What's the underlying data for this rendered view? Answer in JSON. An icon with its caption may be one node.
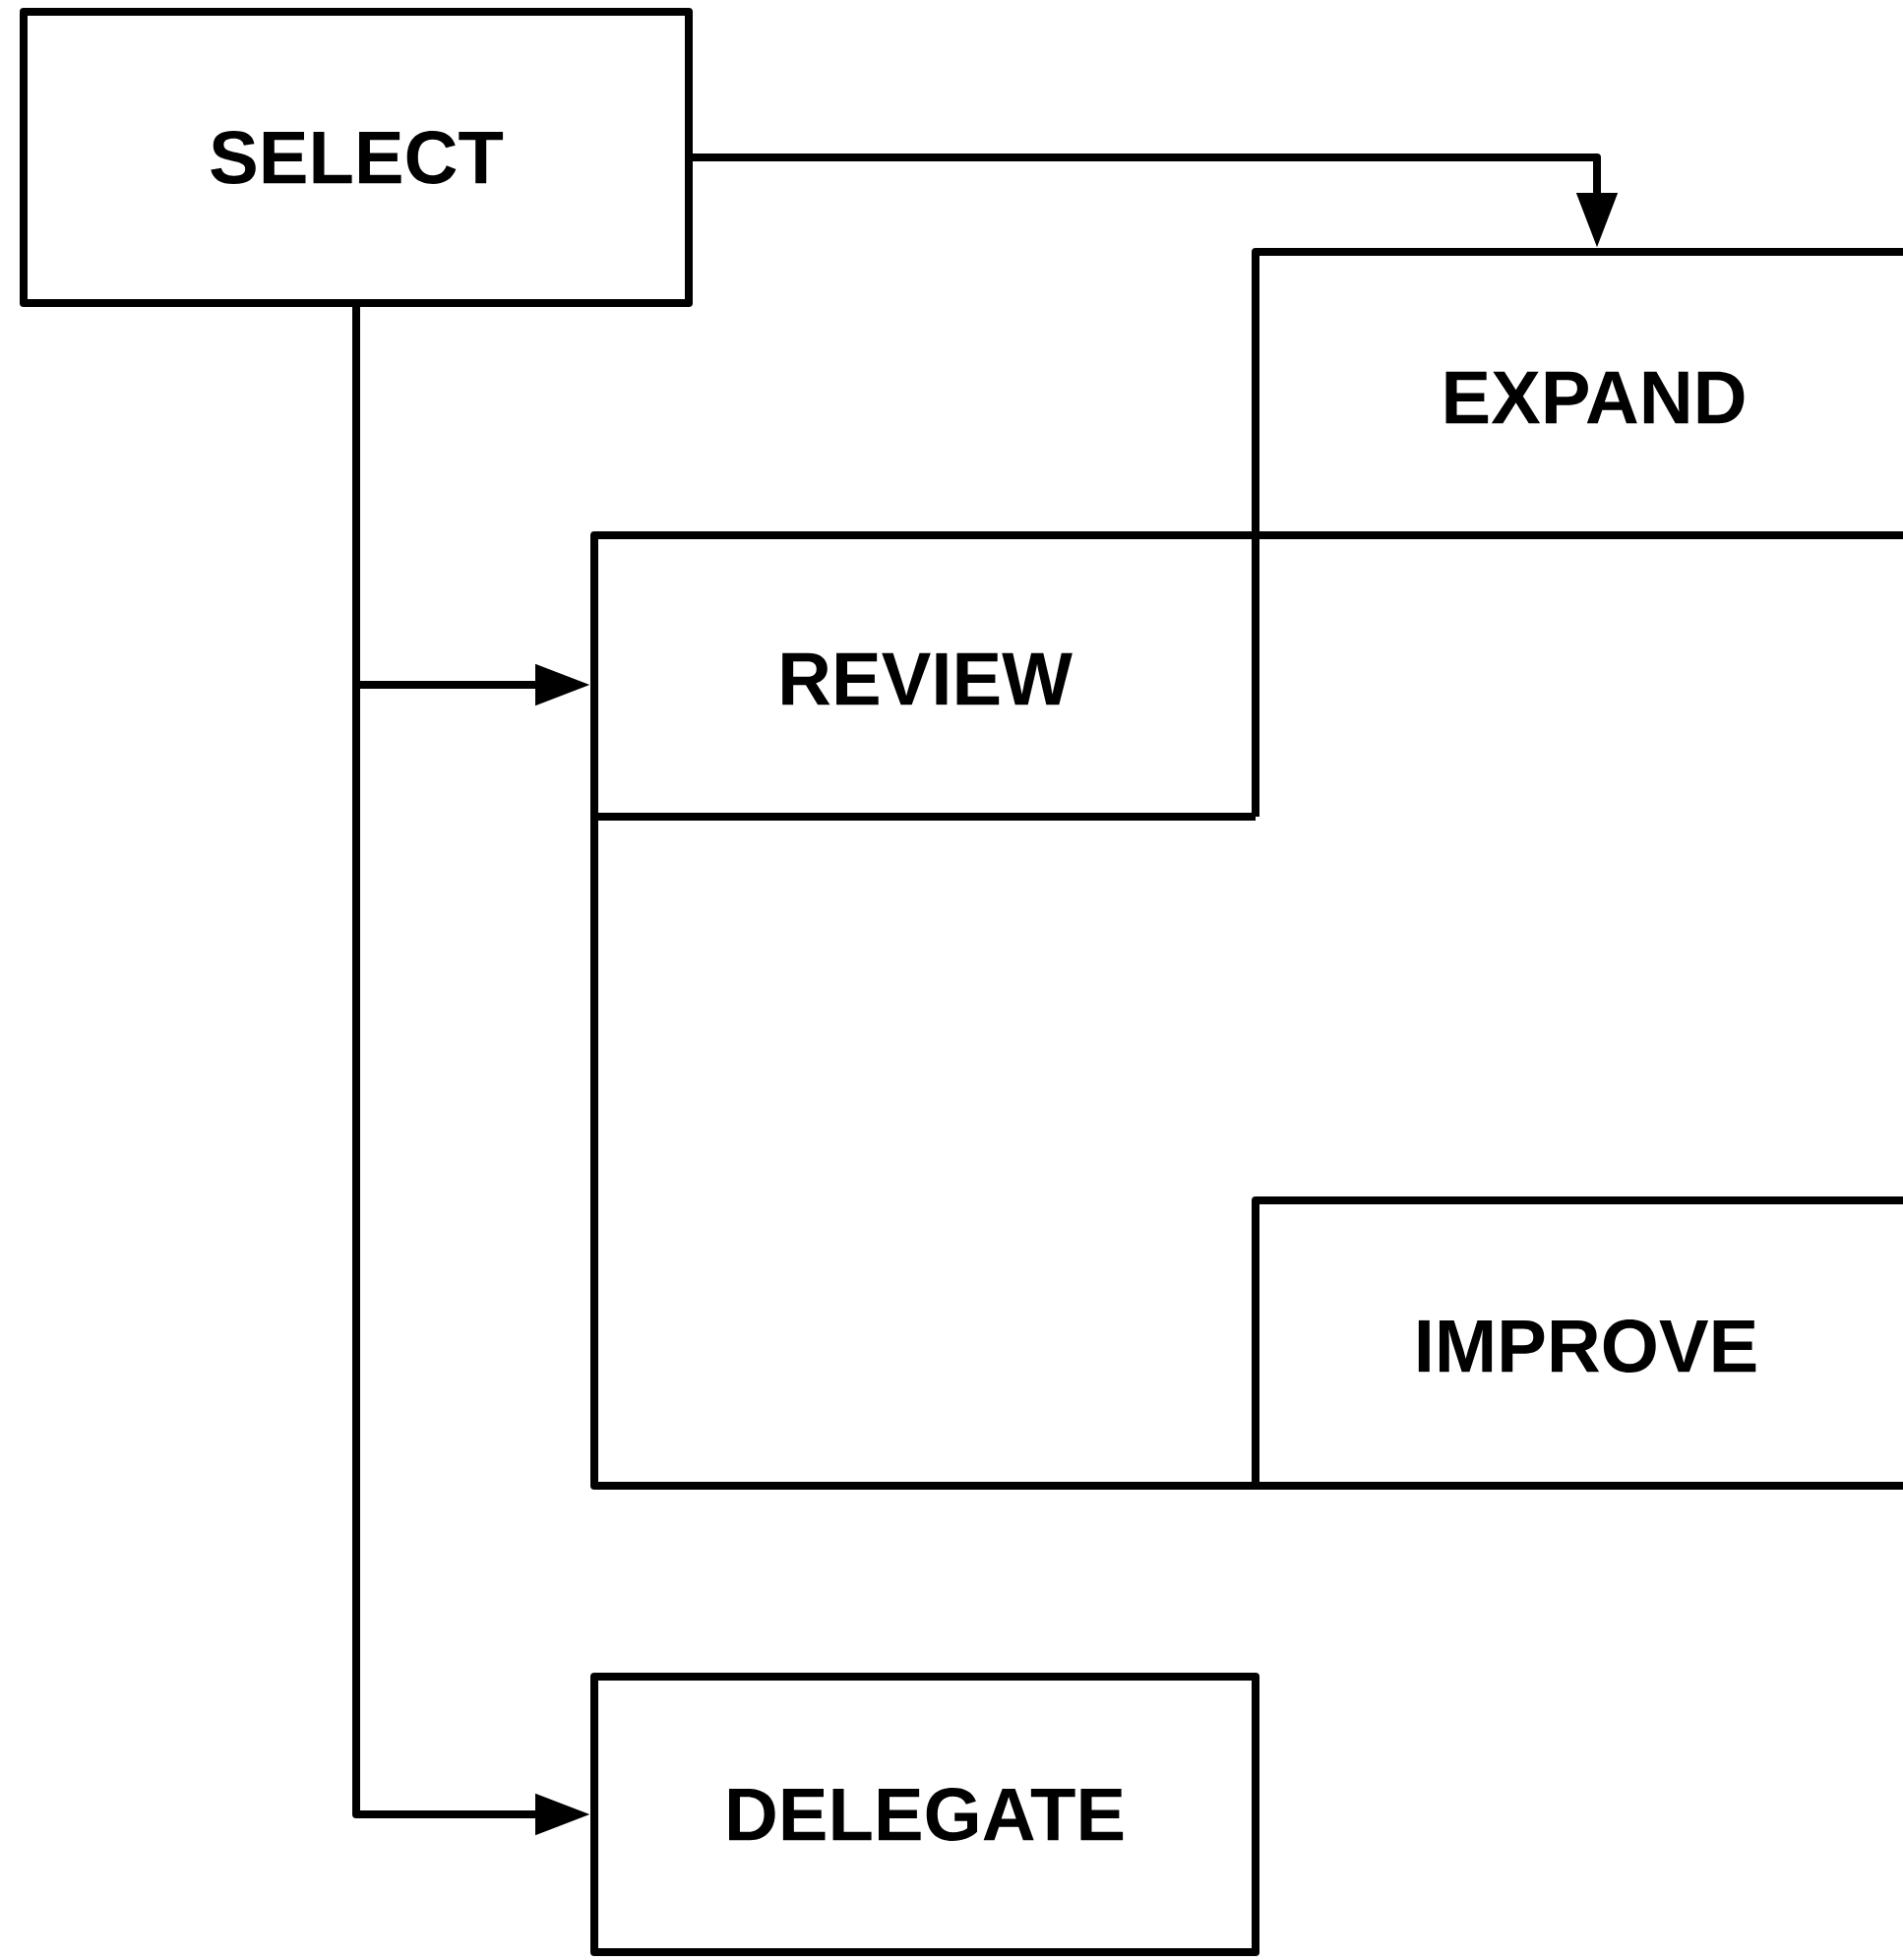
{
  "diagram": {
    "nodes": [
      {
        "text": [
          "SELECT"
        ]
      },
      {
        "text": [
          "EXPAND"
        ]
      },
      {
        "text": [
          "REVIEW"
        ]
      },
      {
        "text": [
          "IMPROVE"
        ],
        "in": 2
      },
      {
        "text": [
          "DELEGATE"
        ]
      }
    ],
    "edges": [
      {
        "from": 0,
        "to": 1,
        "arrow": "to"
      },
      {
        "from": 0,
        "to": 2,
        "arrow": "to"
      },
      {
        "from": 0,
        "to": 4,
        "arrow": "to"
      }
    ]
  }
}
